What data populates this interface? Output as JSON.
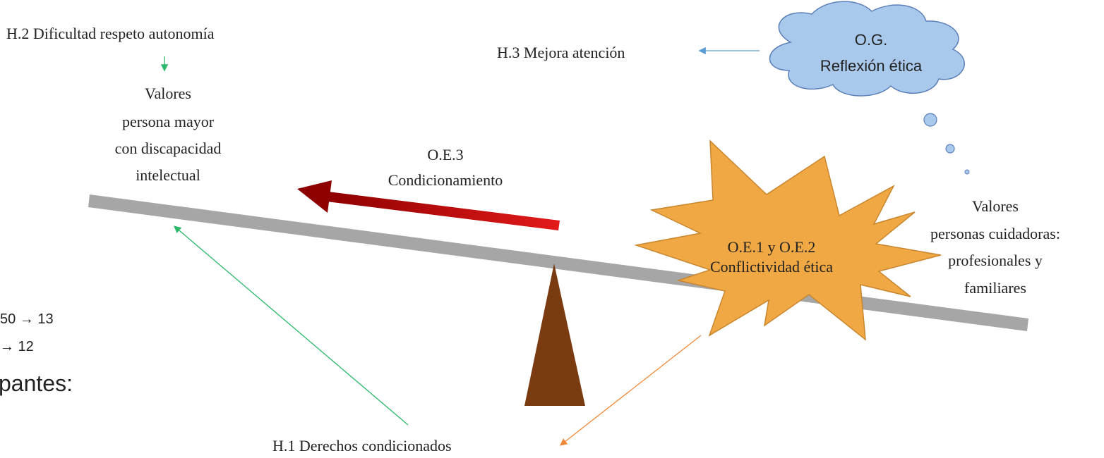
{
  "colors": {
    "beam": "#a6a6a6",
    "fulcrum": "#7a3b10",
    "arrow_red_dark": "#8e0000",
    "arrow_red_light": "#e31a1a",
    "starburst_fill": "#f0a844",
    "starburst_stroke": "#c8862e",
    "cloud_fill": "#a9c9ec",
    "cloud_stroke": "#5b7fb8",
    "green_arrow": "#2db86b",
    "blue_arrow": "#5b9bd5",
    "orange_arrow": "#f08a3a"
  },
  "h2": "H.2 Dificultad respeto autonomía",
  "h3": "H.3 Mejora atención",
  "h1": "H.1 Derechos condicionados",
  "left_values": [
    "Valores",
    "persona mayor",
    "con discapacidad",
    "intelectual"
  ],
  "right_values": [
    "Valores",
    "personas cuidadoras:",
    "profesionales y",
    "familiares"
  ],
  "oe3": [
    "O.E.3",
    "Condicionamiento"
  ],
  "oe12": [
    "O.E.1 y O.E.2",
    "Conflictividad ética"
  ],
  "og": [
    "O.G.",
    "Reflexión ética"
  ],
  "left_fragments": {
    "line1": "50 → 13",
    "line2": "→ 12",
    "line3": "pantes:"
  }
}
